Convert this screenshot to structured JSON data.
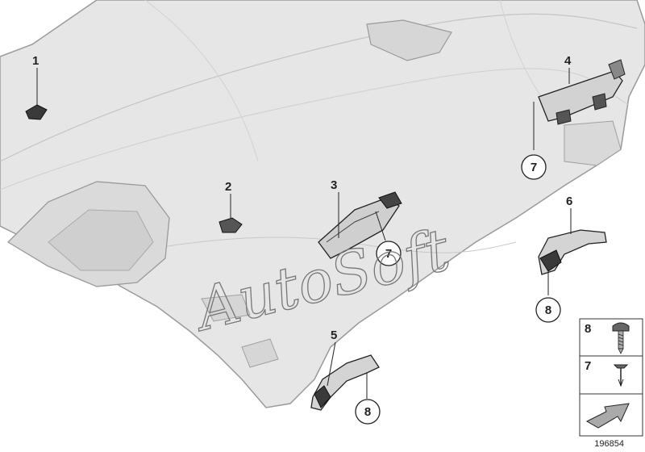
{
  "diagram": {
    "part_labels": [
      "1",
      "2",
      "3",
      "4",
      "5",
      "6"
    ],
    "callout_labels": [
      "7",
      "7",
      "8",
      "8"
    ],
    "legend": [
      {
        "number": "8",
        "icon": "screw-icon"
      },
      {
        "number": "7",
        "icon": "clip-pin-icon"
      }
    ],
    "legend_arrow_icon": "direction-arrow-icon",
    "diagram_id": "196854",
    "watermark": "AutoSoft"
  },
  "colors": {
    "headliner_fill": "#e4e4e4",
    "headliner_stroke": "#9a9a9a",
    "part_dark": "#3a3a3a",
    "line": "#222222"
  }
}
